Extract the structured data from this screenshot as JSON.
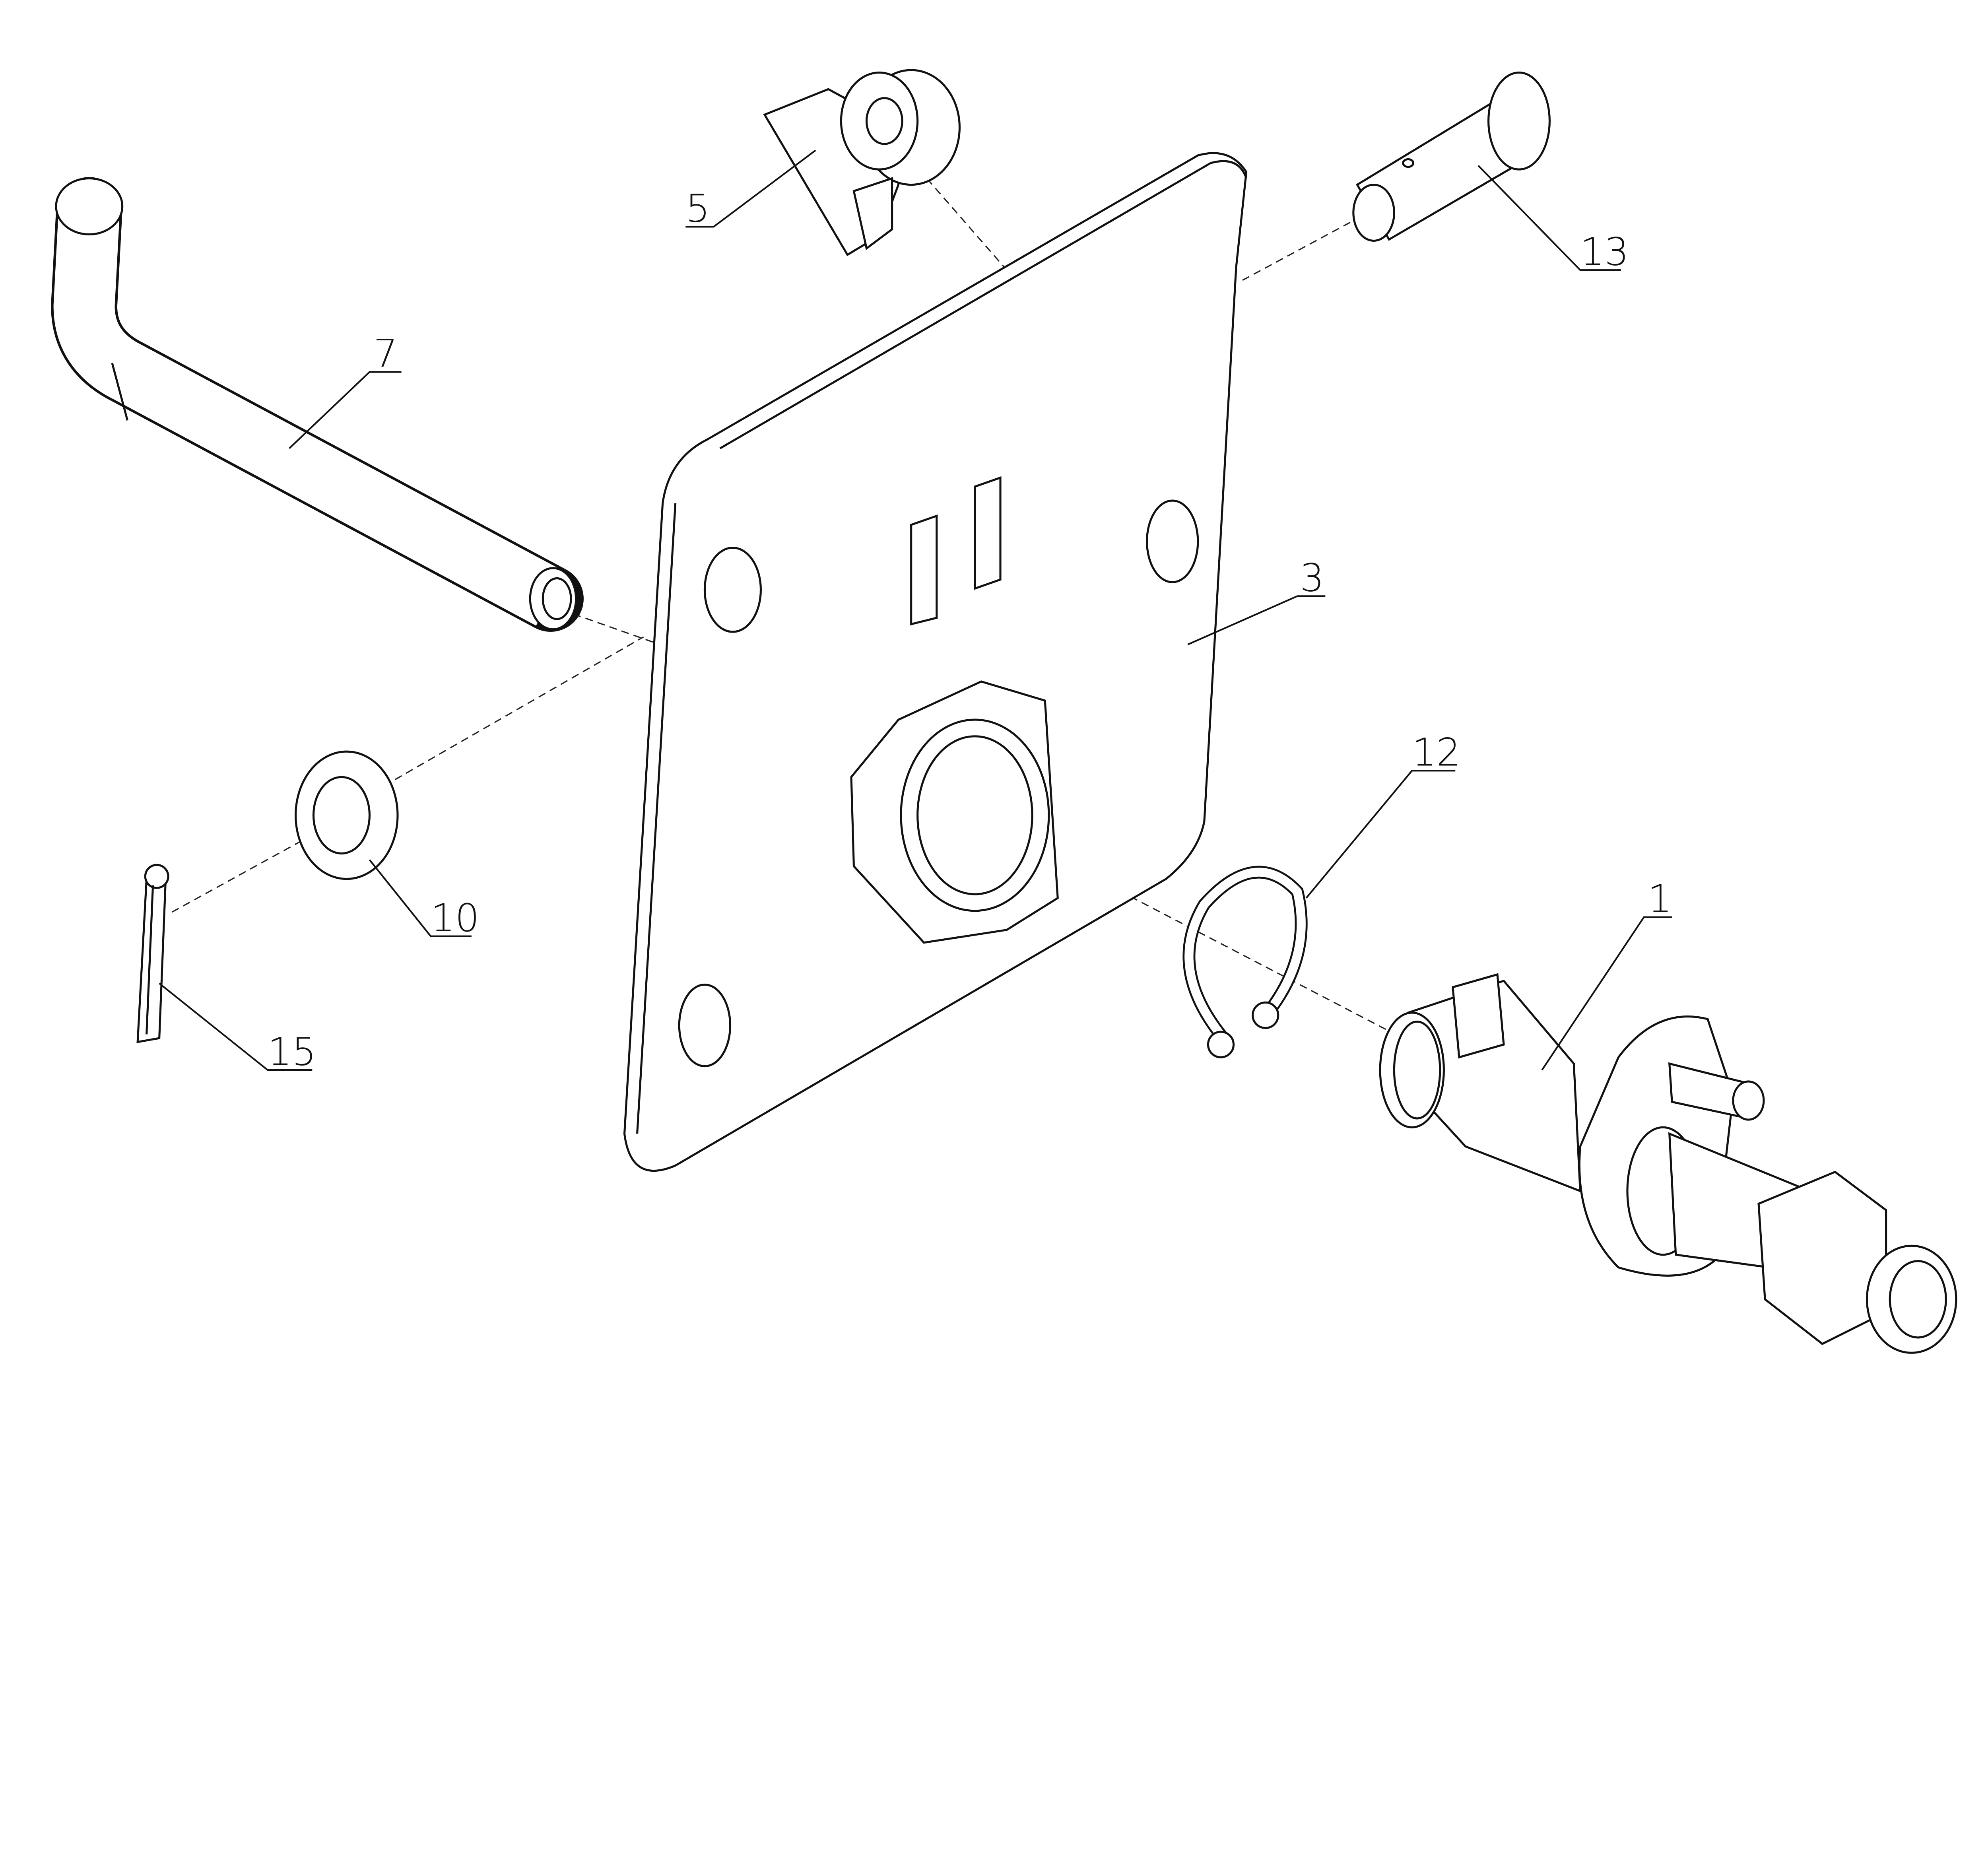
{
  "drawing": {
    "type": "exploded-assembly-view",
    "labels": {
      "part_1": "1",
      "part_3": "3",
      "part_5": "5",
      "part_7": "7",
      "part_10": "10",
      "part_12": "12",
      "part_13": "13",
      "part_15": "15"
    },
    "line_color": "#111111",
    "background": "#ffffff"
  }
}
